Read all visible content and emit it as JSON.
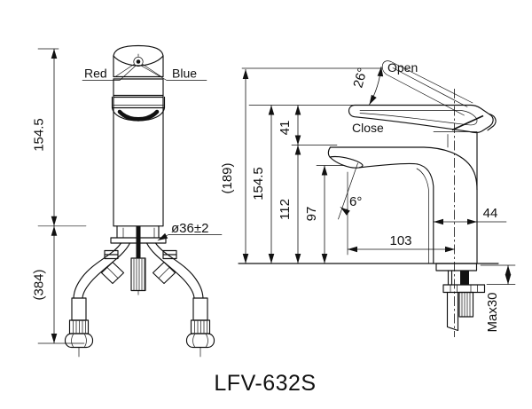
{
  "drawing": {
    "model": "LFV-632S",
    "front_view": {
      "label_red": "Red",
      "label_blue": "Blue",
      "dim_body_height": "154.5",
      "dim_hose_drop": "(384)",
      "dim_base_diameter": "ø36±2"
    },
    "side_view": {
      "label_open": "Open",
      "label_close": "Close",
      "dim_open_angle": "26°",
      "dim_overall_height": "(189)",
      "dim_height_to_deck": "154.5",
      "dim_handle_to_spout_top": "41",
      "dim_spout_top_height": "112",
      "dim_outlet_height": "97",
      "dim_spout_reach": "103",
      "dim_body_depth": "44",
      "dim_outlet_angle": "6°",
      "dim_max_deck_thickness": "Max30"
    }
  }
}
